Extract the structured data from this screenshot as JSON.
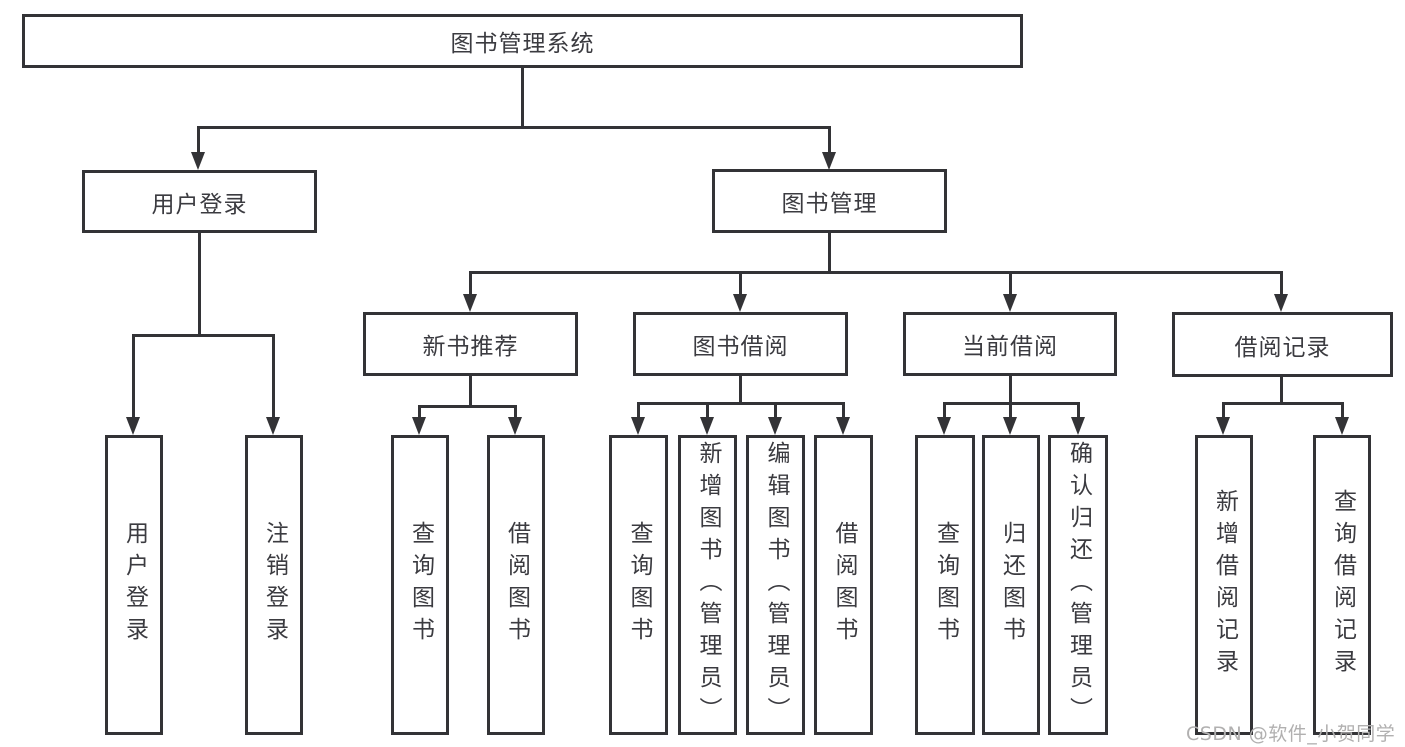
{
  "tree": {
    "root": {
      "label": "图书管理系统"
    },
    "level2": [
      {
        "label": "用户登录"
      },
      {
        "label": "图书管理"
      }
    ],
    "level3": [
      {
        "label": "新书推荐"
      },
      {
        "label": "图书借阅"
      },
      {
        "label": "当前借阅"
      },
      {
        "label": "借阅记录"
      }
    ],
    "leaves": {
      "login": [
        {
          "label": "用户登录"
        },
        {
          "label": "注销登录"
        }
      ],
      "newbook": [
        {
          "label": "查询图书"
        },
        {
          "label": "借阅图书"
        }
      ],
      "borrow": [
        {
          "label": "查询图书"
        },
        {
          "label": "新增图书（管理员）"
        },
        {
          "label": "编辑图书（管理员）"
        },
        {
          "label": "借阅图书"
        }
      ],
      "current": [
        {
          "label": "查询图书"
        },
        {
          "label": "归还图书"
        },
        {
          "label": "确认归还（管理员）"
        }
      ],
      "records": [
        {
          "label": "新增借阅记录"
        },
        {
          "label": "查询借阅记录"
        }
      ]
    }
  },
  "watermark": {
    "text": "CSDN @软件_小贺同学"
  },
  "colors": {
    "line": "#333336",
    "text": "#3b3b40",
    "box_background": "#ffffff",
    "watermark": "#b1b0b0"
  }
}
